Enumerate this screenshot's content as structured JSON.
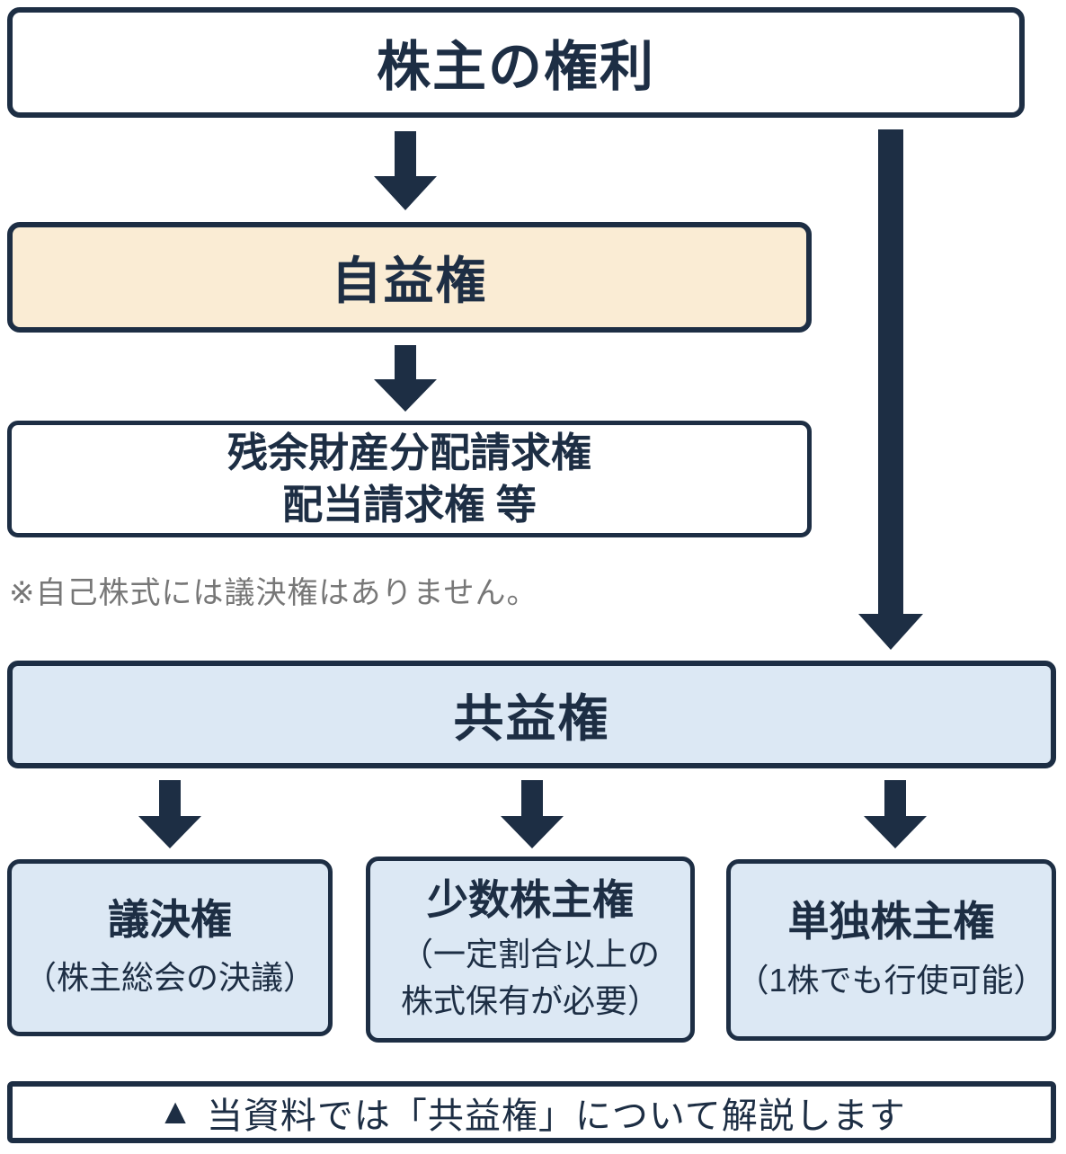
{
  "diagram": {
    "root": {
      "label": "株主の権利"
    },
    "self_benefit": {
      "label": "自益権"
    },
    "self_benefit_details": {
      "line1": "残余財産分配請求権",
      "line2": "配当請求権 等"
    },
    "note": "※自己株式には議決権はありません。",
    "common_benefit": {
      "label": "共益権"
    },
    "children": [
      {
        "title": "議決権",
        "subtitle": "（株主総会の決議）"
      },
      {
        "title": "少数株主権",
        "subtitle_line1": "（一定割合以上の",
        "subtitle_line2": "株式保有が必要）"
      },
      {
        "title": "単独株主権",
        "subtitle": "（1株でも行使可能）"
      }
    ],
    "footer": {
      "marker": "▲",
      "label": "当資料では「共益権」について解説します"
    }
  },
  "colors": {
    "navy": "#1d2e44",
    "beige": "#faecd4",
    "light_blue": "#dce8f4",
    "note_gray": "#777777",
    "background": "#ffffff"
  }
}
